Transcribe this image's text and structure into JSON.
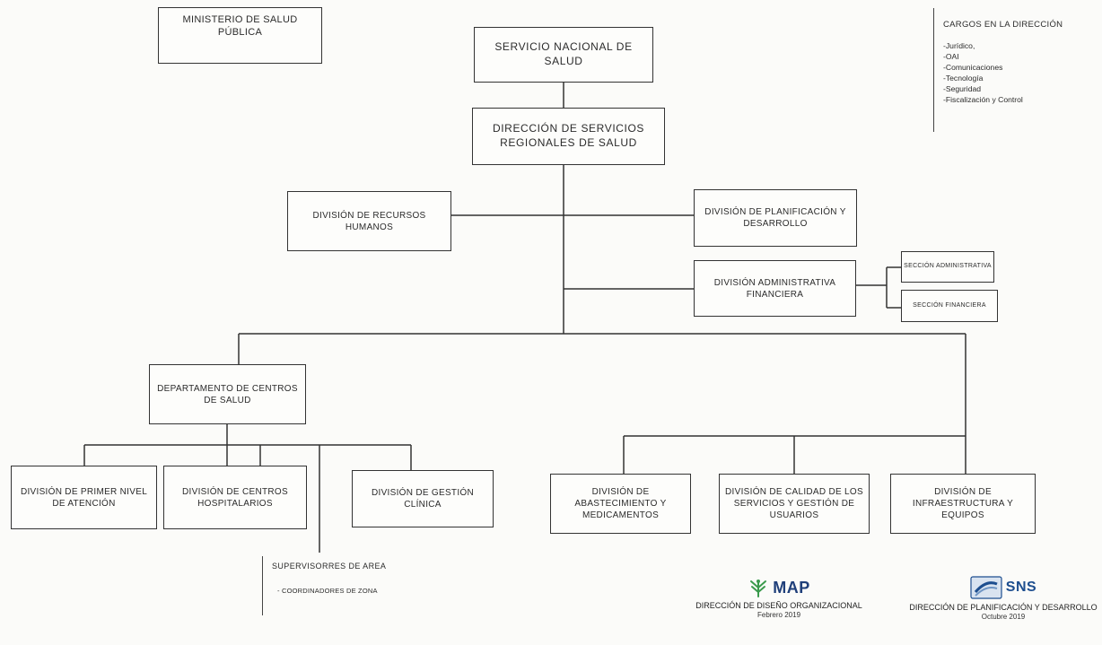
{
  "boxes": {
    "ministerio": "MINISTERIO DE SALUD PÚBLICA",
    "servicio_nacional": "SERVICIO NACIONAL DE SALUD",
    "direccion_servicios": "DIRECCIÓN DE SERVICIOS REGIONALES DE SALUD",
    "div_recursos_humanos": "DIVISIÓN DE RECURSOS HUMANOS",
    "div_planificacion": "DIVISIÓN DE PLANIFICACIÓN Y DESARROLLO",
    "div_administrativa": "DIVISIÓN ADMINISTRATIVA FINANCIERA",
    "sec_administrativa": "SECCIÓN ADMINISTRATIVA",
    "sec_financiera": "SECCIÓN FINANCIERA",
    "depto_centros_salud": "DEPARTAMENTO DE CENTROS DE SALUD",
    "div_primer_nivel": "DIVISIÓN DE PRIMER NIVEL DE ATENCIÓN",
    "div_centros_hospitalarios": "DIVISIÓN DE CENTROS HOSPITALARIOS",
    "div_gestion_clinica": "DIVISIÓN DE GESTIÓN CLÍNICA",
    "div_abastecimiento": "DIVISIÓN DE ABASTECIMIENTO Y MEDICAMENTOS",
    "div_calidad": "DIVISIÓN DE CALIDAD DE LOS SERVICIOS Y GESTIÓN DE USUARIOS",
    "div_infraestructura": "DIVISIÓN DE INFRAESTRUCTURA Y EQUIPOS"
  },
  "cargos": {
    "title": "CARGOS EN LA DIRECCIÓN",
    "items": [
      "-Jurídico,",
      "-OAI",
      "-Comunicaciones",
      "-Tecnología",
      "-Seguridad",
      "-Fiscalización y Control"
    ]
  },
  "supervisores": {
    "title": "SUPERVISORRES DE AREA",
    "sub": "- COORDINADORES DE ZONA"
  },
  "logos": {
    "map": {
      "name": "MAP",
      "caption": "DIRECCIÓN DE DISEÑO ORGANIZACIONAL",
      "date": "Febrero 2019",
      "color": "#1f3f7a",
      "accent": "#3a9a4c"
    },
    "sns": {
      "name": "SNS",
      "caption": "DIRECCIÓN DE PLANIFICACIÓN Y DESARROLLO",
      "date": "Octubre 2019",
      "color": "#1d4e8f"
    }
  }
}
